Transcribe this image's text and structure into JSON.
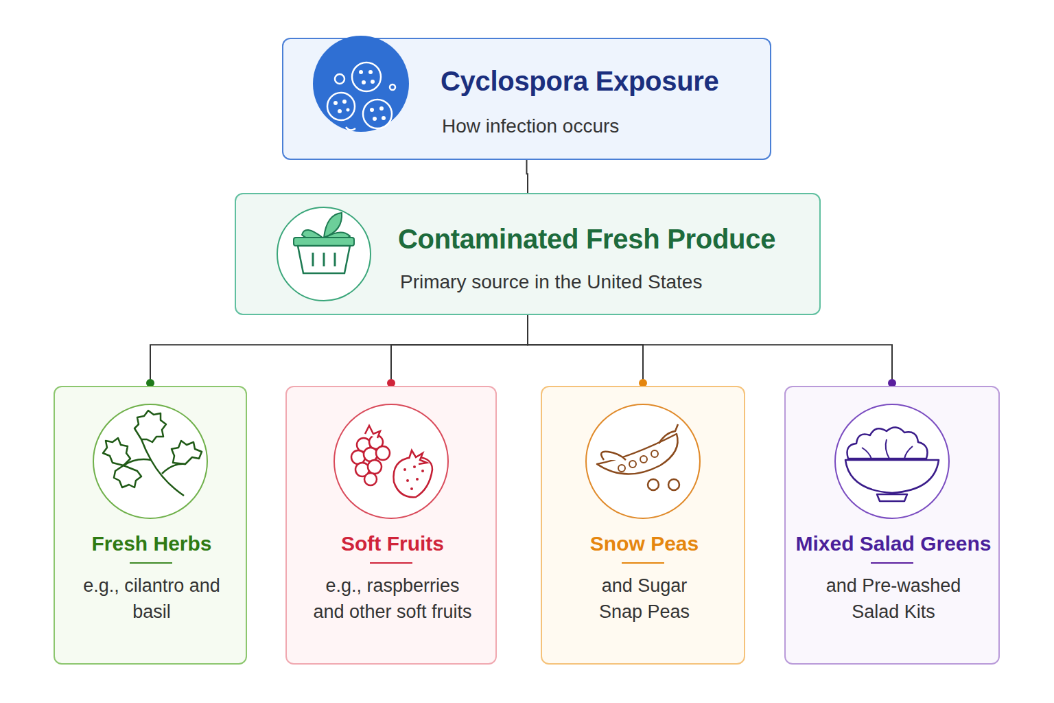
{
  "diagram": {
    "nodes": [
      {
        "text": [
          "Cyclospora Exposure",
          "How infection occurs"
        ]
      },
      {
        "text": [
          "Contaminated Fresh Produce",
          "Primary source in the United States"
        ]
      },
      {
        "text": [
          "Fresh Herbs",
          "e.g., cilantro and basil"
        ]
      },
      {
        "text": [
          "Soft Fruits",
          "e.g., raspberries and other soft fruits"
        ]
      },
      {
        "text": [
          "Snow Peas",
          "and Sugar Snap Peas"
        ]
      },
      {
        "text": [
          "Mixed Salad Greens",
          "and Pre-washed Salad Kits"
        ]
      }
    ],
    "edges": [
      {
        "from": 0,
        "to": 1,
        "arrow": "none"
      },
      {
        "from": 1,
        "to": 2,
        "arrow": "none"
      },
      {
        "from": 1,
        "to": 3,
        "arrow": "none"
      },
      {
        "from": 1,
        "to": 4,
        "arrow": "none"
      },
      {
        "from": 1,
        "to": 5,
        "arrow": "none"
      }
    ]
  }
}
